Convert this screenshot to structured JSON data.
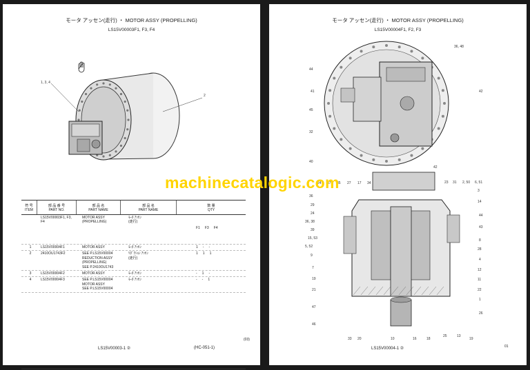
{
  "left": {
    "title": "モータ アッセン(走行) ・ MOTOR ASSY (PROPELLING)",
    "subtitle": "LS15V00003F1, F3, F4",
    "callouts": [
      {
        "text": "1, 3, 4"
      },
      {
        "text": "2"
      }
    ],
    "table": {
      "headers": [
        {
          "jp": "符 号",
          "en": "ITEM"
        },
        {
          "jp": "部 品 番 号",
          "en": "PART NO."
        },
        {
          "jp": "部 品 名",
          "en": "PART NAME"
        },
        {
          "jp": "部 品 名",
          "en": "PART NAME"
        },
        {
          "jp": "数 量",
          "en": "QTY"
        }
      ],
      "qty_heads": [
        "F1",
        "F3",
        "F4"
      ],
      "rows": [
        {
          "item": "",
          "partno": [
            "LS15V00003F1, F3,",
            "F4"
          ],
          "en": [
            "MOTOR ASSY",
            "(PROPELLING)"
          ],
          "jp": [
            "ﾓｰﾀ ｱｯｾﾝ",
            "(走行)"
          ],
          "qty": [
            "",
            "",
            ""
          ]
        },
        {
          "item": "1",
          "partno": [
            "LS15V00004F1"
          ],
          "en": [
            "MOTOR ASSY"
          ],
          "jp": [
            "ﾓｰﾀ ｱｯｾﾝ"
          ],
          "qty": [
            "1",
            "-",
            "-"
          ]
        },
        {
          "item": "2",
          "partno": [
            "2410OU1743F2"
          ],
          "en": [
            "SEE P.LS15V00004",
            "REDUCTION ASSY",
            "(PROPELLING)",
            "SEE P.2410OU1743"
          ],
          "jp": [
            "",
            "ﾘﾀﾞｸｼｮﾝ ｱｯｾﾝ",
            "(走行)",
            ""
          ],
          "qty": [
            "1",
            "1",
            "1"
          ]
        },
        {
          "item": "3",
          "partno": [
            "LS15V00004F2"
          ],
          "en": [
            "MOTOR ASSY"
          ],
          "jp": [
            "ﾓｰﾀ ｱｯｾﾝ"
          ],
          "qty": [
            "-",
            "1",
            "-"
          ]
        },
        {
          "item": "4",
          "partno": [
            "LS15V00004F3"
          ],
          "en": [
            "SEE P.LS15V00004",
            "MOTOR ASSY",
            "SEE P.LS15V00004"
          ],
          "jp": [
            "",
            "ﾓｰﾀ ｱｯｾﾝ",
            ""
          ],
          "qty": [
            "-",
            "-",
            "1"
          ]
        }
      ]
    },
    "footer": "LS15V00003-1 ②",
    "code": "(HC-051-1)",
    "count": "(03)"
  },
  "right": {
    "title": "モータ アッセン(走行) ・ MOTOR ASSY (PROPELLING)",
    "subtitle": "LS15V00004F1, F2, F3",
    "callouts": [
      {
        "text": "36, 48"
      },
      {
        "text": "44"
      },
      {
        "text": "41"
      },
      {
        "text": "42"
      },
      {
        "text": "45"
      },
      {
        "text": "32"
      },
      {
        "text": "40"
      },
      {
        "text": "24"
      },
      {
        "text": "37"
      },
      {
        "text": "35"
      },
      {
        "text": "27"
      },
      {
        "text": "17"
      },
      {
        "text": "34"
      },
      {
        "text": "42"
      },
      {
        "text": "23"
      },
      {
        "text": "31"
      },
      {
        "text": "2, 50"
      },
      {
        "text": "6, 51"
      },
      {
        "text": "36"
      },
      {
        "text": "29"
      },
      {
        "text": "24"
      },
      {
        "text": "36, 38"
      },
      {
        "text": "39"
      },
      {
        "text": "15, 53"
      },
      {
        "text": "5, 52"
      },
      {
        "text": "9"
      },
      {
        "text": "7"
      },
      {
        "text": "19"
      },
      {
        "text": "21"
      },
      {
        "text": "47"
      },
      {
        "text": "46"
      },
      {
        "text": "3"
      },
      {
        "text": "14"
      },
      {
        "text": "44"
      },
      {
        "text": "43"
      },
      {
        "text": "8"
      },
      {
        "text": "28"
      },
      {
        "text": "4"
      },
      {
        "text": "12"
      },
      {
        "text": "11"
      },
      {
        "text": "22"
      },
      {
        "text": "1"
      },
      {
        "text": "26"
      },
      {
        "text": "33"
      },
      {
        "text": "20"
      },
      {
        "text": "10"
      },
      {
        "text": "16"
      },
      {
        "text": "18"
      },
      {
        "text": "25"
      },
      {
        "text": "13"
      },
      {
        "text": "19"
      }
    ],
    "footer": "LS15V00004-1 ②",
    "count": "01"
  },
  "watermark": "machinecatalogic.com"
}
